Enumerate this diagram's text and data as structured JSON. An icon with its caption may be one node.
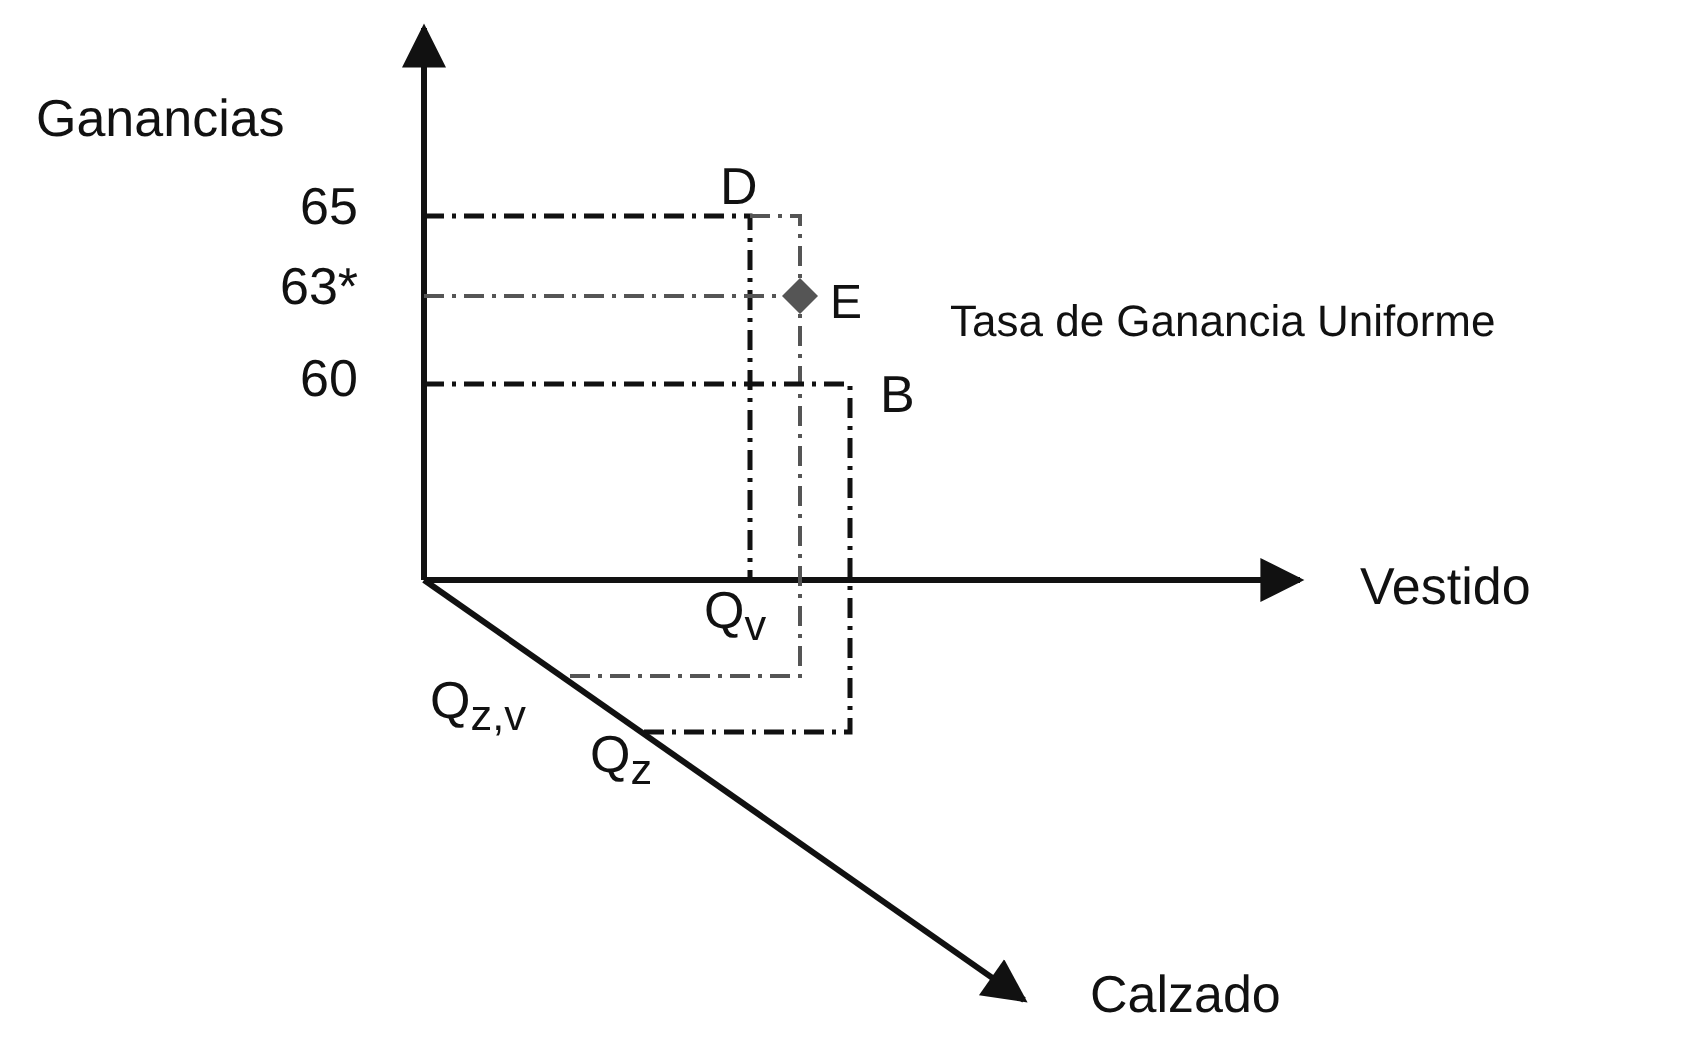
{
  "diagram": {
    "labels": [
      "Ganancias",
      "65",
      "63*",
      "60",
      "D",
      "E",
      "B",
      "Tasa de Ganancia Uniforme",
      "Vestido",
      "Q$_{v}$",
      "Q$_{z,v}$",
      "Q$_{z}$",
      "Calzado"
    ]
  }
}
